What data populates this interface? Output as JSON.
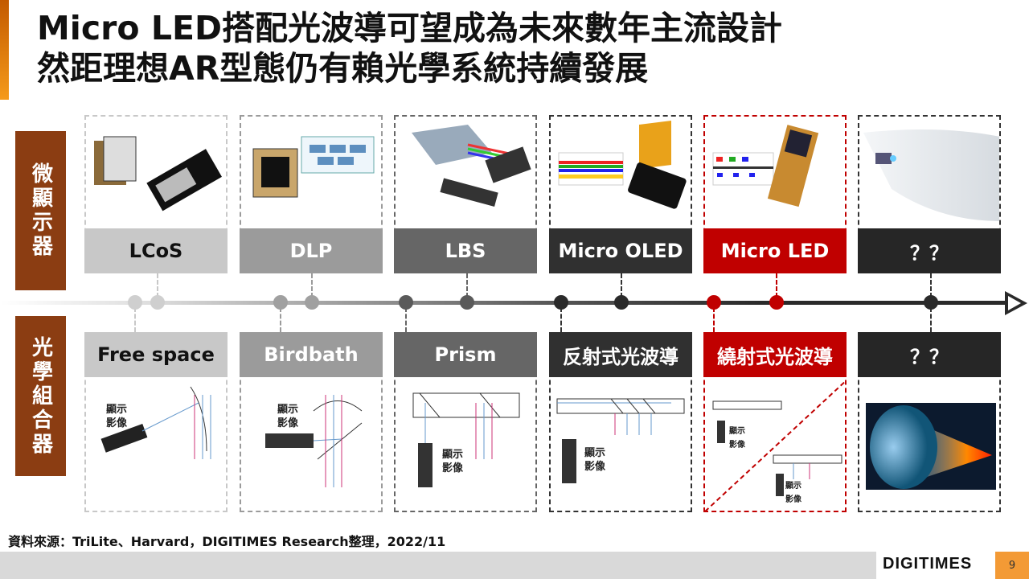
{
  "title": {
    "line1": "Micro LED搭配光波導可望成為未來數年主流設計",
    "line2": "然距理想AR型態仍有賴光學系統持續發展"
  },
  "side_labels": {
    "micro_display": "微顯示器",
    "optical_combiner": "光學組合器"
  },
  "micro_displays": [
    {
      "label": "LCoS",
      "color": "#c8c8c8",
      "text_color": "#111111"
    },
    {
      "label": "DLP",
      "color": "#9b9b9b",
      "text_color": "#ffffff"
    },
    {
      "label": "LBS",
      "color": "#666666",
      "text_color": "#ffffff"
    },
    {
      "label": "Micro OLED",
      "color": "#303030",
      "text_color": "#ffffff"
    },
    {
      "label": "Micro LED",
      "color": "#c00000",
      "text_color": "#ffffff"
    },
    {
      "label": "？？",
      "color": "#262626",
      "text_color": "#ffffff"
    }
  ],
  "optical_combiners": [
    {
      "label": "Free space",
      "color": "#c8c8c8",
      "text_color": "#111111",
      "diagram_text": "顯示\n影像"
    },
    {
      "label": "Birdbath",
      "color": "#9b9b9b",
      "text_color": "#ffffff",
      "diagram_text": "顯示\n影像"
    },
    {
      "label": "Prism",
      "color": "#666666",
      "text_color": "#ffffff",
      "diagram_text": "顯示\n影像"
    },
    {
      "label": "反射式光波導",
      "color": "#303030",
      "text_color": "#ffffff",
      "diagram_text": "顯示\n影像"
    },
    {
      "label": "繞射式光波導",
      "color": "#c00000",
      "text_color": "#ffffff",
      "diagram_text": "顯示\n影像"
    },
    {
      "label": "？？",
      "color": "#262626",
      "text_color": "#ffffff"
    }
  ],
  "source": "資料來源：TriLite、Harvard，DIGITIMES Research整理，2022/11",
  "footer": {
    "logo": "DIGITIMES",
    "page": "9"
  }
}
